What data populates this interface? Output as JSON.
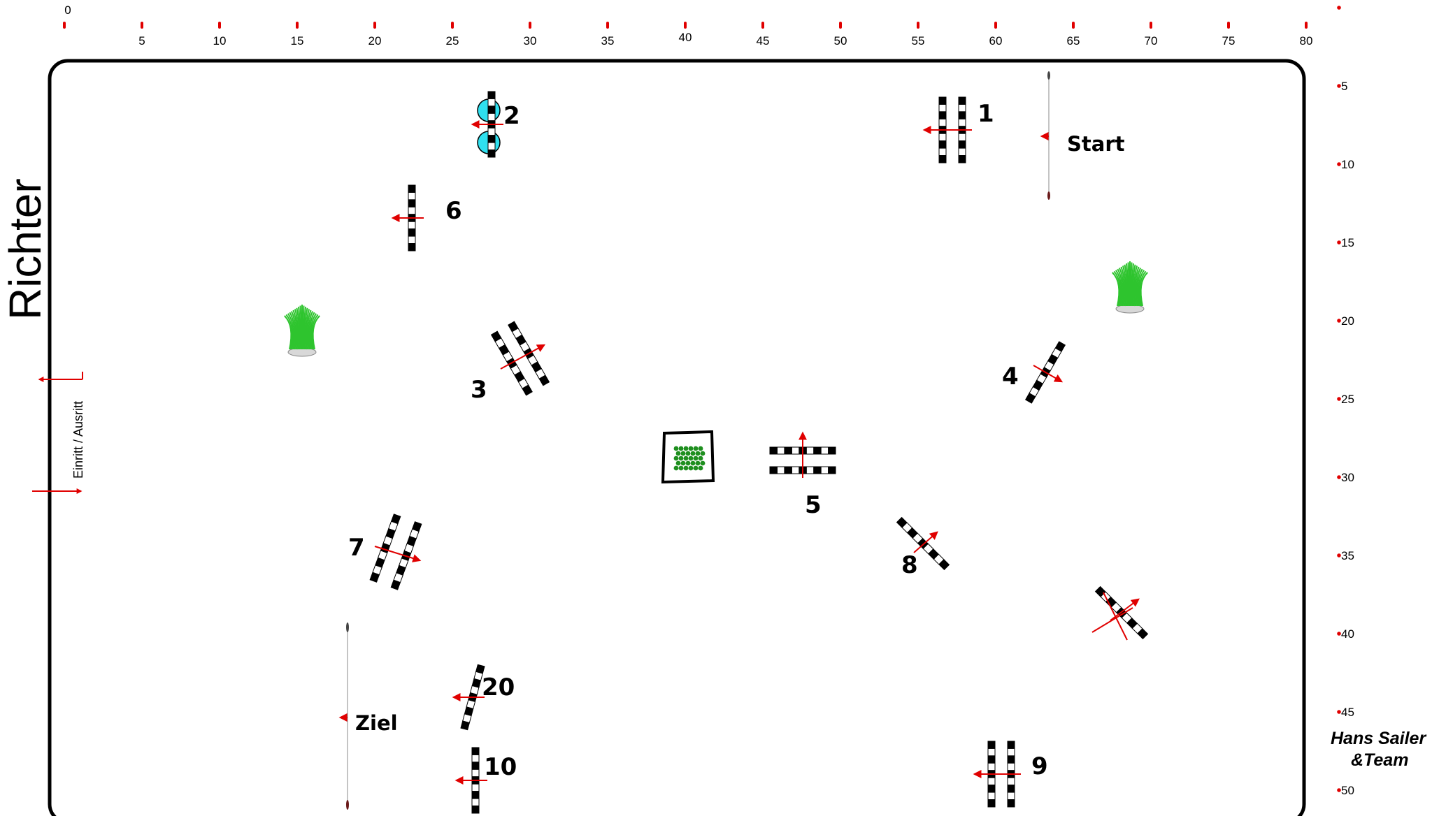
{
  "top_scale": {
    "zero_label": "0",
    "labels": [
      "5",
      "10",
      "15",
      "20",
      "25",
      "30",
      "35",
      "40",
      "45",
      "50",
      "55",
      "60",
      "65",
      "70",
      "75",
      "80"
    ]
  },
  "right_scale": {
    "labels": [
      "5",
      "10",
      "15",
      "20",
      "25",
      "30",
      "35",
      "40",
      "45",
      "50"
    ]
  },
  "judge_label": "Richter",
  "entry_label": "Einritt / Ausritt",
  "start_label": "Start",
  "finish_label": "Ziel",
  "credit": {
    "line1": "Hans Sailer",
    "line2": "&Team"
  },
  "obstacles": [
    {
      "label": "1",
      "kind": "double"
    },
    {
      "label": "2",
      "kind": "single-with-barrels"
    },
    {
      "label": "3",
      "kind": "double"
    },
    {
      "label": "4",
      "kind": "single"
    },
    {
      "label": "5",
      "kind": "double"
    },
    {
      "label": "6",
      "kind": "single"
    },
    {
      "label": "7",
      "kind": "double"
    },
    {
      "label": "8",
      "kind": "single"
    },
    {
      "label": "9",
      "kind": "double"
    },
    {
      "label": "10",
      "kind": "single"
    },
    {
      "label": "20",
      "kind": "single"
    },
    {
      "label": "",
      "kind": "single-crossed-out"
    }
  ],
  "decorations": [
    "plant-icon",
    "plant-icon",
    "hedge-box-icon"
  ],
  "colors": {
    "arena_border": "#000000",
    "scale_mark": "#e00000",
    "direction_arrow": "#e00000",
    "barrel": "#2fe0ef",
    "plant": "#2ec42e",
    "pole_dark": "#000000",
    "pole_light": "#ffffff"
  }
}
